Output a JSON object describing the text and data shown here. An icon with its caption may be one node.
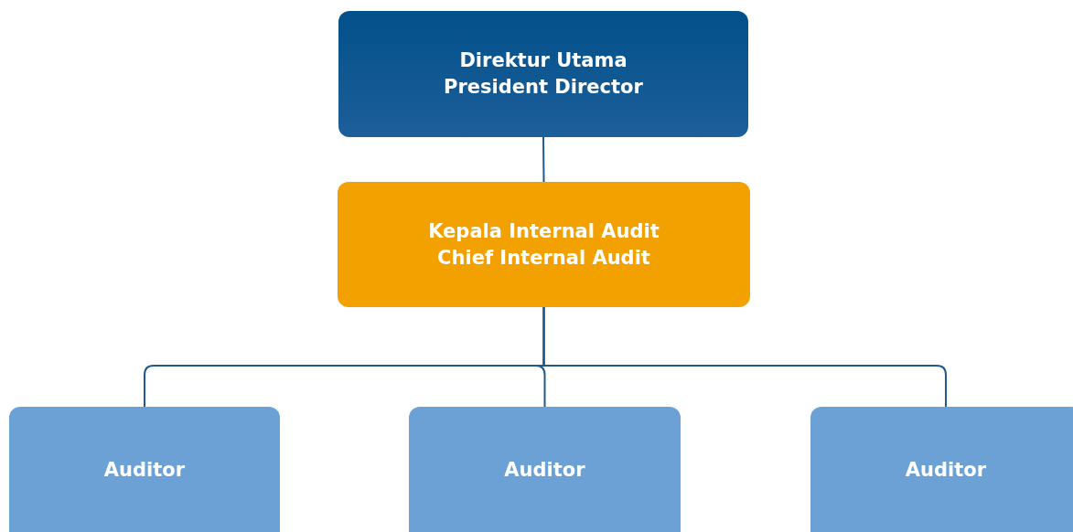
{
  "diagram": {
    "nodes": [
      {
        "text": [
          "Direktur Utama",
          "President Director"
        ]
      },
      {
        "text": [
          "Kepala Internal Audit",
          "Chief Internal Audit"
        ]
      },
      {
        "text": [
          "Auditor"
        ]
      },
      {
        "text": [
          "Auditor"
        ]
      },
      {
        "text": [
          "Auditor"
        ]
      }
    ],
    "edges": [
      {
        "from": 0,
        "to": 1,
        "arrow": "none"
      },
      {
        "from": 1,
        "to": 2,
        "arrow": "none"
      },
      {
        "from": 1,
        "to": 3,
        "arrow": "none"
      },
      {
        "from": 1,
        "to": 4,
        "arrow": "none"
      }
    ]
  }
}
